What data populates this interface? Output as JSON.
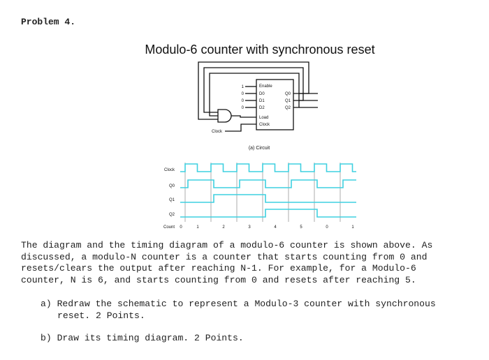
{
  "problem_label": "Problem 4.",
  "figure": {
    "title": "Modulo-6 counter with synchronous reset",
    "caption": "(a) Circuit",
    "chip": {
      "inputs": [
        "Enable",
        "D0",
        "D1",
        "D2",
        "Load",
        "Clock"
      ],
      "outputs": [
        "Q0",
        "Q1",
        "Q2"
      ],
      "input_values": [
        "1",
        "0",
        "0",
        "0"
      ]
    },
    "clock_label": "Clock"
  },
  "timing": {
    "signals": [
      "Clock",
      "Q0",
      "Q1",
      "Q2"
    ],
    "count_label": "Count",
    "count_values": [
      "0",
      "1",
      "2",
      "3",
      "4",
      "5",
      "0",
      "1"
    ]
  },
  "text": {
    "paragraph": "The diagram and the timing diagram of a modulo-6 counter is shown above. As\ndiscussed, a modulo-N counter is a counter that starts counting from 0 and\nresets/clears the output after reaching N-1. For example, for a Modulo-6\ncounter, N is 6, and starts counting from 0 and resets after reaching 5.",
    "question_a": "a) Redraw the schematic to represent a Modulo-3 counter with synchronous\nreset. 2 Points.",
    "question_b": "b) Draw its timing diagram. 2 Points."
  },
  "colors": {
    "waveform": "#3fd0e0",
    "wire": "#111111",
    "gridline": "#888888"
  }
}
